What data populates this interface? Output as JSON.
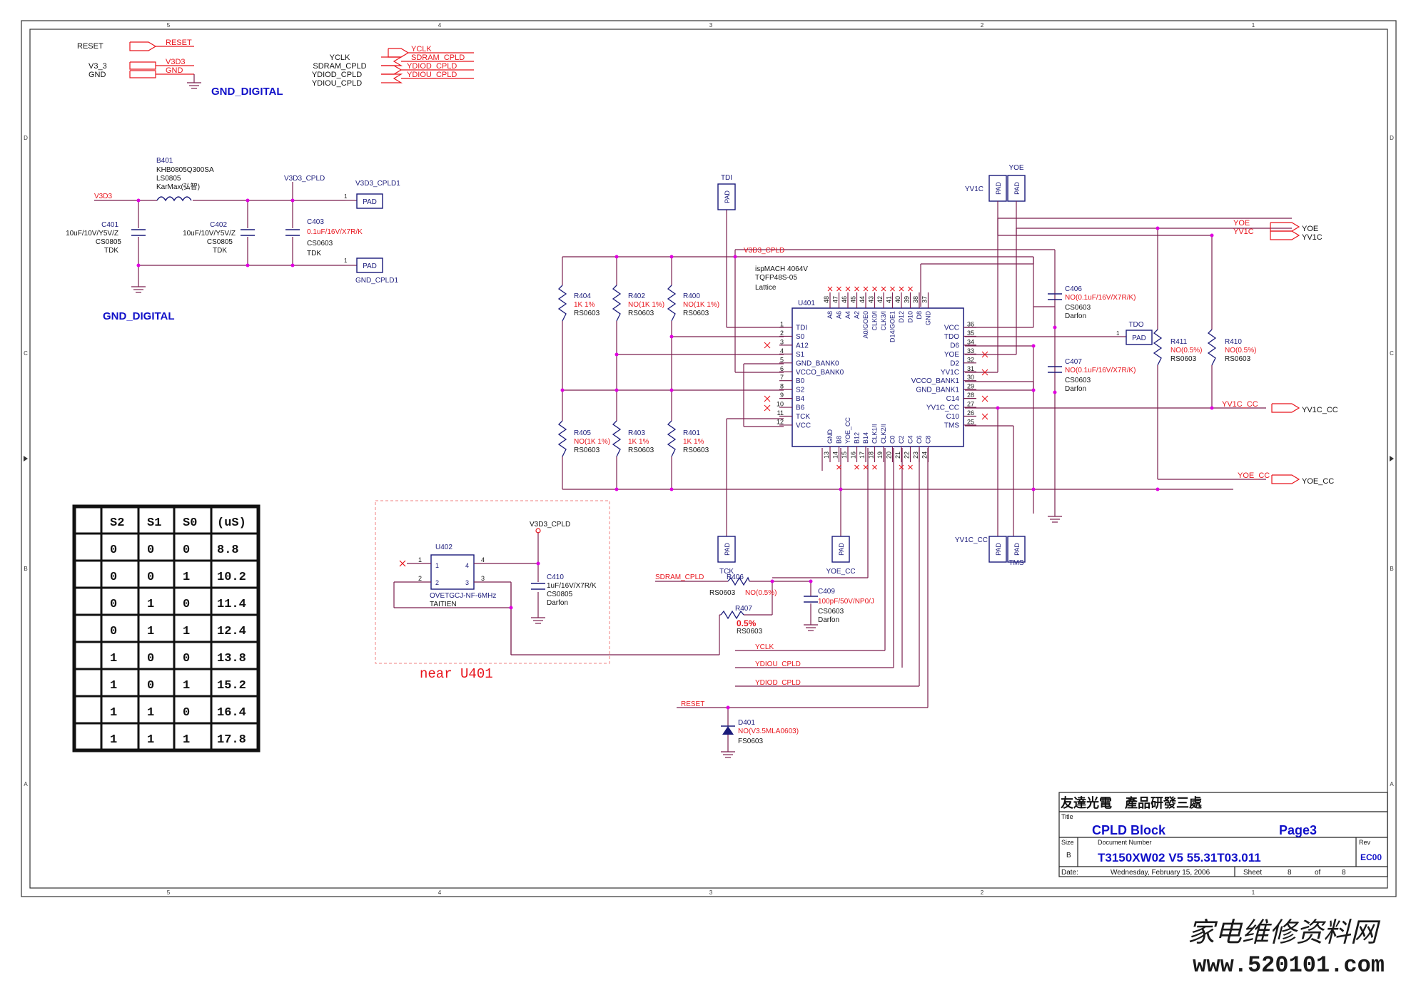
{
  "colors": {
    "wire": "#7a1f4e",
    "net": "#e8141c",
    "part": "#1a1a7a",
    "text": "#111111",
    "junction": "#e000e0",
    "frame": "#333333",
    "bold": "#1010c8"
  },
  "frame": {
    "cols": [
      "5",
      "4",
      "3",
      "2",
      "1"
    ],
    "rows": [
      "D",
      "C",
      "B",
      "A"
    ]
  },
  "offpage": {
    "top_left": [
      {
        "label": "RESET",
        "net": "RESET"
      },
      {
        "label": "V3_3",
        "net": "V3D3"
      },
      {
        "label": "GND",
        "net": "GND"
      }
    ],
    "top_mid": [
      {
        "label": "YCLK",
        "net": "YCLK"
      },
      {
        "label": "SDRAM_CPLD",
        "net": "SDRAM_CPLD"
      },
      {
        "label": "YDIOD_CPLD",
        "net": "YDIOD_CPLD"
      },
      {
        "label": "YDIOU_CPLD",
        "net": "YDIOU_CPLD"
      }
    ],
    "right": [
      {
        "net": "YOE",
        "label": "YOE"
      },
      {
        "net": "YV1C",
        "label": "YV1C"
      },
      {
        "net": "YV1C_CC",
        "label": "YV1C_CC"
      },
      {
        "net": "YOE_CC",
        "label": "YOE_CC"
      }
    ]
  },
  "gnd_digital": "GND_DIGITAL",
  "b401": {
    "ref": "B401",
    "lines": [
      "KHB0805Q300SA",
      "LS0805",
      "KarMax(弘智)"
    ]
  },
  "c401": {
    "ref": "C401",
    "lines": [
      "10uF/10V/Y5V/Z",
      "CS0805",
      "TDK"
    ]
  },
  "c402": {
    "ref": "C402",
    "lines": [
      "10uF/10V/Y5V/Z",
      "CS0805",
      "TDK"
    ]
  },
  "c403": {
    "ref": "C403",
    "lines": [
      "0.1uF/16V/X7R/K",
      "CS0603",
      "TDK"
    ]
  },
  "nets": {
    "v3d3": "V3D3",
    "v3d3_cpld": "V3D3_CPLD",
    "v3d3_cpld1": "V3D3_CPLD1",
    "gnd_cpld1": "GND_CPLD1",
    "pad": "PAD",
    "pin1": "1",
    "sdram": "SDRAM_CPLD",
    "ycl": "YCLK",
    "ydiou": "YDIOU_CPLD",
    "ydiod": "YDIOD_CPLD",
    "reset": "RESET",
    "yv1c_cc": "YV1C_CC",
    "yoe_cc": "YOE_CC",
    "yoe": "YOE",
    "yv1c": "YV1C"
  },
  "pads": {
    "tdi": "TDI",
    "tdo": "TDO",
    "tck": "TCK",
    "tms": "TMS",
    "yoe_cc": "YOE_CC",
    "yv1c_cc": "YV1C_CC",
    "yv1c": "YV1C",
    "yoe": "YOE"
  },
  "u401": {
    "ref": "U401",
    "desc": [
      "ispMACH 4064V",
      "TQFP48S-05",
      "Lattice"
    ],
    "left_pins": [
      {
        "n": "1",
        "name": "TDI"
      },
      {
        "n": "2",
        "name": "S0"
      },
      {
        "n": "3",
        "name": "A12"
      },
      {
        "n": "4",
        "name": "S1"
      },
      {
        "n": "5",
        "name": "GND_BANK0"
      },
      {
        "n": "6",
        "name": "VCCO_BANK0"
      },
      {
        "n": "7",
        "name": "B0"
      },
      {
        "n": "8",
        "name": "S2"
      },
      {
        "n": "9",
        "name": "B4"
      },
      {
        "n": "10",
        "name": "B6"
      },
      {
        "n": "11",
        "name": "TCK"
      },
      {
        "n": "12",
        "name": "VCC"
      }
    ],
    "right_pins": [
      {
        "n": "36",
        "name": "VCC"
      },
      {
        "n": "35",
        "name": "TDO"
      },
      {
        "n": "34",
        "name": "D6"
      },
      {
        "n": "33",
        "name": "YOE"
      },
      {
        "n": "32",
        "name": "D2"
      },
      {
        "n": "31",
        "name": "YV1C"
      },
      {
        "n": "30",
        "name": "VCCO_BANK1"
      },
      {
        "n": "29",
        "name": "GND_BANK1"
      },
      {
        "n": "28",
        "name": "C14"
      },
      {
        "n": "27",
        "name": "YV1C_CC"
      },
      {
        "n": "26",
        "name": "C10"
      },
      {
        "n": "25",
        "name": "TMS"
      }
    ],
    "top_pins": [
      {
        "n": "48",
        "name": "A8"
      },
      {
        "n": "47",
        "name": "A6"
      },
      {
        "n": "46",
        "name": "A4"
      },
      {
        "n": "45",
        "name": "A2"
      },
      {
        "n": "44",
        "name": "A0/GOE0"
      },
      {
        "n": "43",
        "name": "CLK0/I"
      },
      {
        "n": "42",
        "name": "CLK3/I"
      },
      {
        "n": "41",
        "name": "D14/GOE1"
      },
      {
        "n": "40",
        "name": "D12"
      },
      {
        "n": "39",
        "name": "D10"
      },
      {
        "n": "38",
        "name": "D8"
      },
      {
        "n": "37",
        "name": "GND"
      }
    ],
    "bottom_pins": [
      {
        "n": "13",
        "name": "GND"
      },
      {
        "n": "14",
        "name": "B8"
      },
      {
        "n": "15",
        "name": "YOE_CC"
      },
      {
        "n": "16",
        "name": "B12"
      },
      {
        "n": "17",
        "name": "B14"
      },
      {
        "n": "18",
        "name": "CLK1/I"
      },
      {
        "n": "19",
        "name": "CLK2/I"
      },
      {
        "n": "20",
        "name": "C0"
      },
      {
        "n": "21",
        "name": "C2"
      },
      {
        "n": "22",
        "name": "C4"
      },
      {
        "n": "23",
        "name": "C6"
      },
      {
        "n": "24",
        "name": "C8"
      }
    ]
  },
  "resistors_top": [
    {
      "ref": "R404",
      "value": "1K 1%",
      "pkg": "RS0603"
    },
    {
      "ref": "R402",
      "value": "NO(1K 1%)",
      "pkg": "RS0603"
    },
    {
      "ref": "R400",
      "value": "NO(1K 1%)",
      "pkg": "RS0603"
    }
  ],
  "resistors_bot": [
    {
      "ref": "R405",
      "value": "NO(1K 1%)",
      "pkg": "RS0603"
    },
    {
      "ref": "R403",
      "value": "1K 1%",
      "pkg": "RS0603"
    },
    {
      "ref": "R401",
      "value": "1K 1%",
      "pkg": "RS0603"
    }
  ],
  "r411": {
    "ref": "R411",
    "value": "NO(0.5%)",
    "pkg": "RS0603"
  },
  "r410": {
    "ref": "R410",
    "value": "NO(0.5%)",
    "pkg": "RS0603"
  },
  "c406": {
    "ref": "C406",
    "value": "NO(0.1uF/16V/X7R/K)",
    "pkg": "CS0603",
    "mfr": "Darfon"
  },
  "c407": {
    "ref": "C407",
    "value": "NO(0.1uF/16V/X7R/K)",
    "pkg": "CS0603",
    "mfr": "Darfon"
  },
  "u402": {
    "ref": "U402",
    "part": "OVETGCJ-NF-6MHz",
    "mfr": "TAITIEN",
    "pins": [
      "1",
      "2",
      "3",
      "4"
    ]
  },
  "c410": {
    "ref": "C410",
    "value": "1uF/16V/X7R/K",
    "pkg": "CS0805",
    "mfr": "Darfon"
  },
  "near": "near U401",
  "r406": {
    "ref": "R406",
    "value": "NO(0.5%)",
    "pkg": "RS0603"
  },
  "r407": {
    "ref": "R407",
    "value": "0.5%",
    "pkg": "RS0603"
  },
  "c409": {
    "ref": "C409",
    "value": "100pF/50V/NP0/J",
    "pkg": "CS0603",
    "mfr": "Darfon"
  },
  "d401": {
    "ref": "D401",
    "value": "NO(V3.5MLA0603)",
    "pkg": "FS0603"
  },
  "table": {
    "headers": [
      "",
      "S2",
      "S1",
      "S0",
      "(uS)"
    ],
    "rows": [
      [
        "",
        "0",
        "0",
        "0",
        "8.8"
      ],
      [
        "",
        "0",
        "0",
        "1",
        "10.2"
      ],
      [
        "",
        "0",
        "1",
        "0",
        "11.4"
      ],
      [
        "",
        "0",
        "1",
        "1",
        "12.4"
      ],
      [
        "",
        "1",
        "0",
        "0",
        "13.8"
      ],
      [
        "",
        "1",
        "0",
        "1",
        "15.2"
      ],
      [
        "",
        "1",
        "1",
        "0",
        "16.4"
      ],
      [
        "",
        "1",
        "1",
        "1",
        "17.8"
      ]
    ]
  },
  "titleblock": {
    "company": "友達光電　產品研發三處",
    "title_label": "Title",
    "title": "CPLD  Block",
    "page": "Page3",
    "size_label": "Size",
    "size": "B",
    "docnum_label": "Document Number",
    "docnum": "T3150XW02 V5 55.31T03.011",
    "rev_label": "Rev",
    "rev": "EC00",
    "date_label": "Date:",
    "date": "Wednesday, February 15, 2006",
    "sheet_label": "Sheet",
    "sheet": "8",
    "of_label": "of",
    "of": "8"
  },
  "watermark": {
    "line1": "家电维修资料网",
    "line2": "www.520101.com"
  }
}
